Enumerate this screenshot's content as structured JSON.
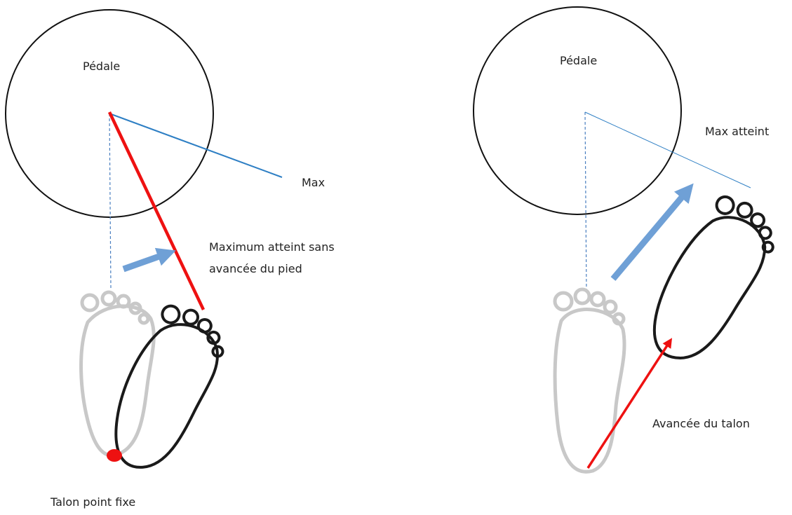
{
  "left_panel": {
    "pedal_label": "Pédale",
    "max_label": "Max",
    "max_reached_line1": "Maximum atteint sans",
    "max_reached_line2": "avancée du pied",
    "fixed_heel_label": "Talon point fixe"
  },
  "right_panel": {
    "pedal_label": "Pédale",
    "max_reached_label": "Max atteint",
    "heel_advance_label": "Avancée du talon"
  },
  "colors": {
    "red": "#ee1111",
    "blue_line": "#2e7fc4",
    "blue_arrow": "#6fa0d6",
    "circle": "#111111",
    "ghost_foot": "#c8c8c8"
  }
}
